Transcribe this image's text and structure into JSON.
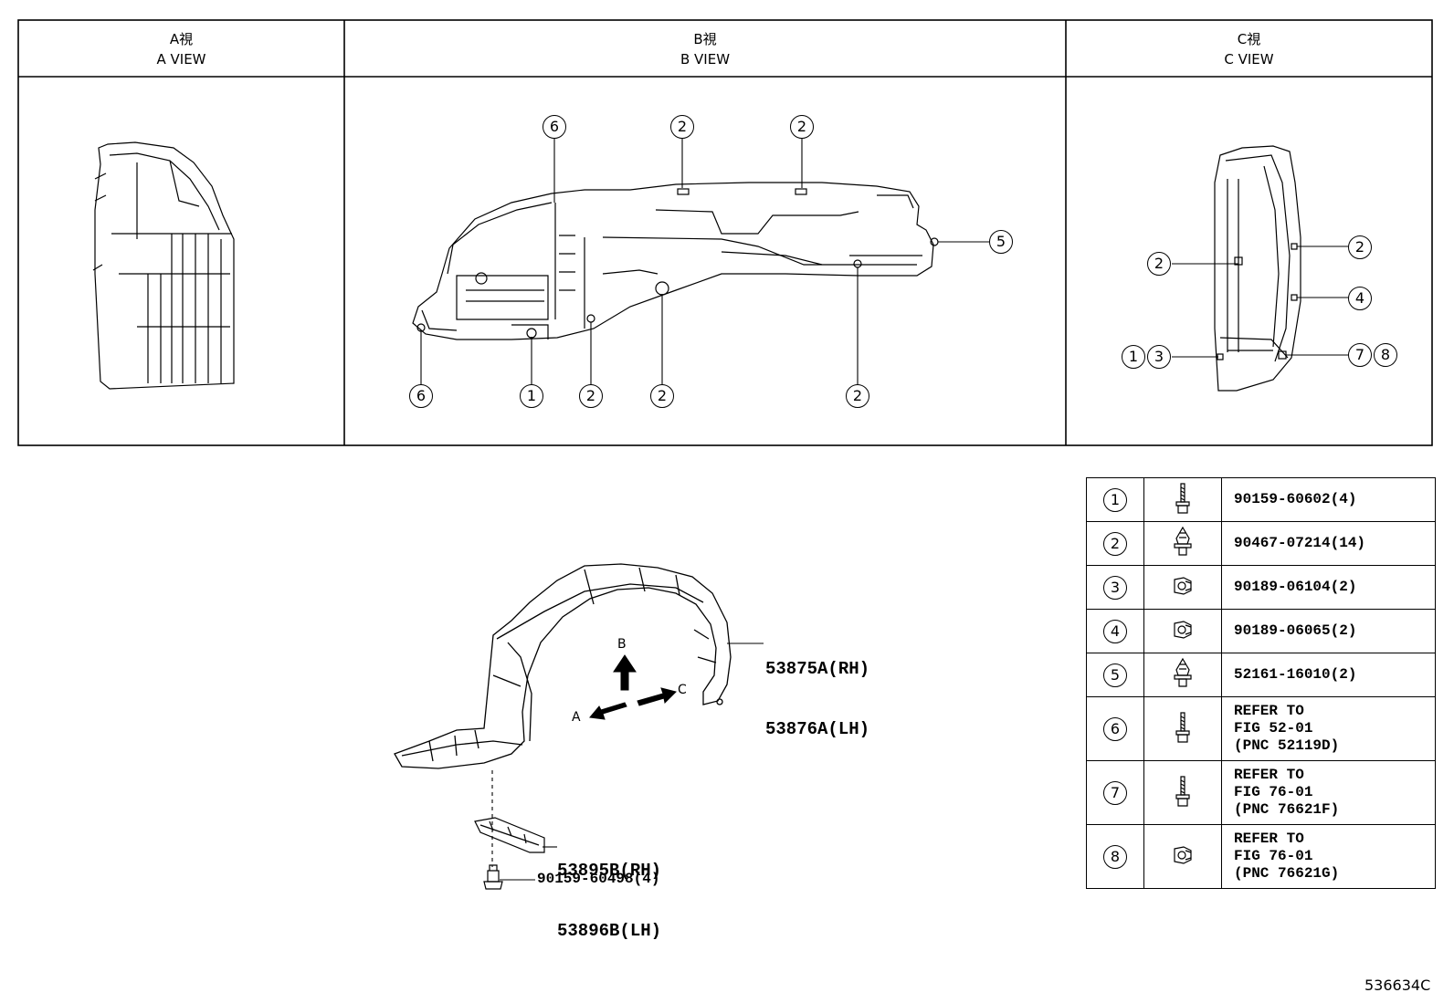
{
  "views": [
    {
      "jp": "A視",
      "en": "A VIEW"
    },
    {
      "jp": "B視",
      "en": "B VIEW"
    },
    {
      "jp": "C視",
      "en": "C VIEW"
    }
  ],
  "callouts": [
    "1",
    "2",
    "3",
    "4",
    "5",
    "6",
    "7",
    "8"
  ],
  "direction_arrows": {
    "a": "A",
    "b": "B",
    "c": "C"
  },
  "part_labels": {
    "liner_rh": "53875A(RH)",
    "liner_lh": "53876A(LH)",
    "seal_rh": "53895B(RH)",
    "seal_lh": "53896B(LH)",
    "bolt": "90159-60498(4)"
  },
  "legend": [
    {
      "num": "1",
      "icon": "bolt-icon",
      "text": "90159-60602(4)"
    },
    {
      "num": "2",
      "icon": "clip-icon",
      "text": "90467-07214(14)"
    },
    {
      "num": "3",
      "icon": "nut-icon",
      "text": "90189-06104(2)"
    },
    {
      "num": "4",
      "icon": "nut-icon",
      "text": "90189-06065(2)"
    },
    {
      "num": "5",
      "icon": "clip-icon",
      "text": "52161-16010(2)"
    },
    {
      "num": "6",
      "icon": "bolt-icon",
      "text": "REFER TO\nFIG 52-01\n(PNC 52119D)"
    },
    {
      "num": "7",
      "icon": "bolt-icon",
      "text": "REFER TO\nFIG 76-01\n(PNC 76621F)"
    },
    {
      "num": "8",
      "icon": "nut-icon",
      "text": "REFER TO\nFIG 76-01\n(PNC 76621G)"
    }
  ],
  "figure_id": "536634C"
}
